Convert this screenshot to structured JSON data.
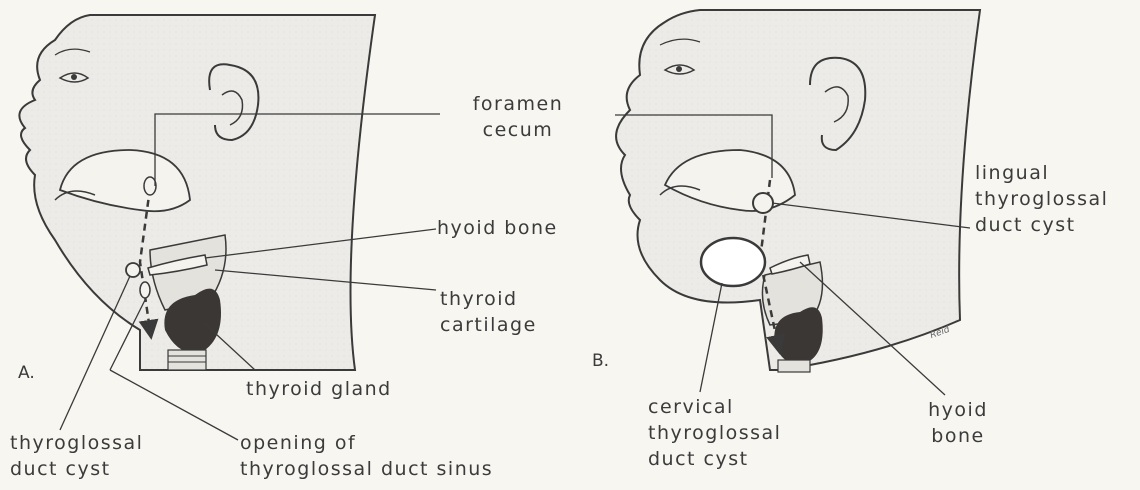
{
  "colors": {
    "skin": "#ecebe7",
    "outline": "#3a3a3a",
    "gland": "#3a3735",
    "background": "#f7f6f1"
  },
  "panels": [
    {
      "letter": "A.",
      "labels": {
        "foramen_cecum": [
          "foramen",
          "cecum"
        ],
        "hyoid_bone": "hyoid bone",
        "thyroid_cartilage": [
          "thyroid",
          "cartilage"
        ],
        "thyroid_gland": "thyroid gland",
        "thyroglossal_duct_cyst": [
          "thyroglossal",
          "duct cyst"
        ],
        "opening_sinus": [
          "opening of",
          "thyroglossal duct sinus"
        ]
      }
    },
    {
      "letter": "B.",
      "labels": {
        "lingual_cyst": [
          "lingual",
          "thyroglossal",
          "duct cyst"
        ],
        "cervical_cyst": [
          "cervical",
          "thyroglossal",
          "duct cyst"
        ],
        "hyoid_bone": [
          "hyoid",
          "bone"
        ]
      },
      "signature": "Reid"
    }
  ]
}
